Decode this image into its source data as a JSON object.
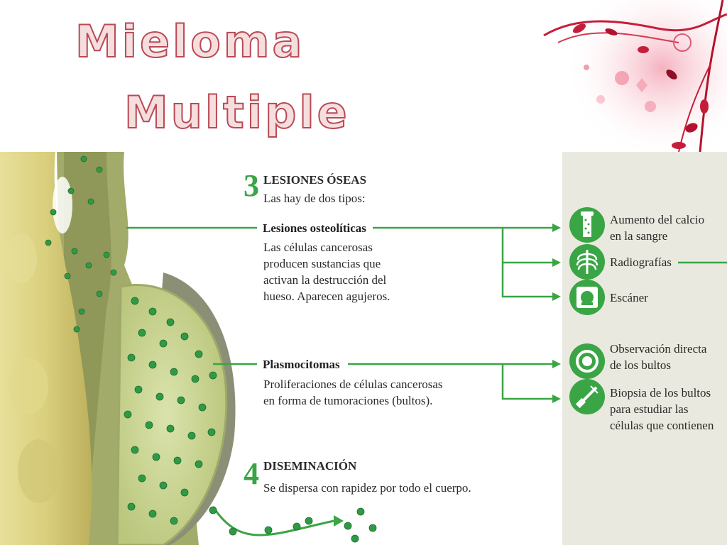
{
  "title": {
    "line1": "Mieloma",
    "line2": "Multiple"
  },
  "section3": {
    "number": "3",
    "heading": "LESIONES ÓSEAS",
    "intro": "Las hay de dos tipos:",
    "osteoliticas": {
      "title": "Lesiones osteolíticas",
      "lines": [
        "Las células cancerosas",
        "producen sustancias que",
        "activan la destrucción del",
        "hueso. Aparecen agujeros."
      ]
    },
    "plasmocitomas": {
      "title": "Plasmocitomas",
      "lines": [
        "Proliferaciones de células cancerosas",
        "en forma de tumoraciones (bultos)."
      ]
    }
  },
  "section4": {
    "number": "4",
    "heading": "DISEMINACIÓN",
    "text": "Se dispersa con rapidez por todo el cuerpo."
  },
  "diagnosis": [
    {
      "icon": "bone-icon",
      "lines": [
        "Aumento del calcio",
        "en la sangre"
      ]
    },
    {
      "icon": "ribcage-icon",
      "lines": [
        "Radiografías"
      ]
    },
    {
      "icon": "scanner-icon",
      "lines": [
        "Escáner"
      ]
    },
    {
      "icon": "eye-icon",
      "lines": [
        "Observación directa",
        "de los bultos"
      ]
    },
    {
      "icon": "biopsy-needle-icon",
      "lines": [
        "Biopsia de los bultos",
        "para estudiar las",
        "células que contienen"
      ]
    }
  ],
  "colors": {
    "accent_green": "#3aa545",
    "title_fill": "#f6dede",
    "title_stroke": "#b84a55",
    "bone_yellow": "#d8d17e",
    "tumor_green": "#c9d596",
    "panel_bg": "#e9e9df"
  }
}
